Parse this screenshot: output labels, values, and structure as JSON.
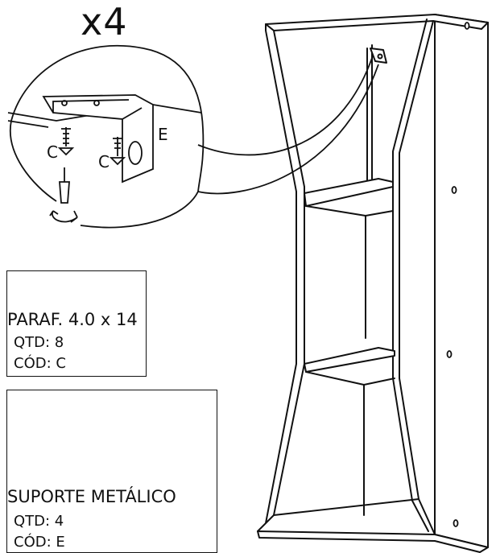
{
  "callout": {
    "quantity": "x4",
    "screw_label_1": "C",
    "screw_label_2": "C",
    "bracket_label": "E"
  },
  "parts": {
    "screw": {
      "name": "PARAF. 4.0 x 14",
      "qty": "QTD: 8",
      "code": "CÓD: C",
      "icon": "screw-icon"
    },
    "bracket": {
      "name": "SUPORTE METÁLICO",
      "qty": "QTD: 4",
      "code": "CÓD: E",
      "icon": "metal-bracket-icon"
    }
  },
  "colors": {
    "line": "#111111",
    "background": "#ffffff"
  }
}
